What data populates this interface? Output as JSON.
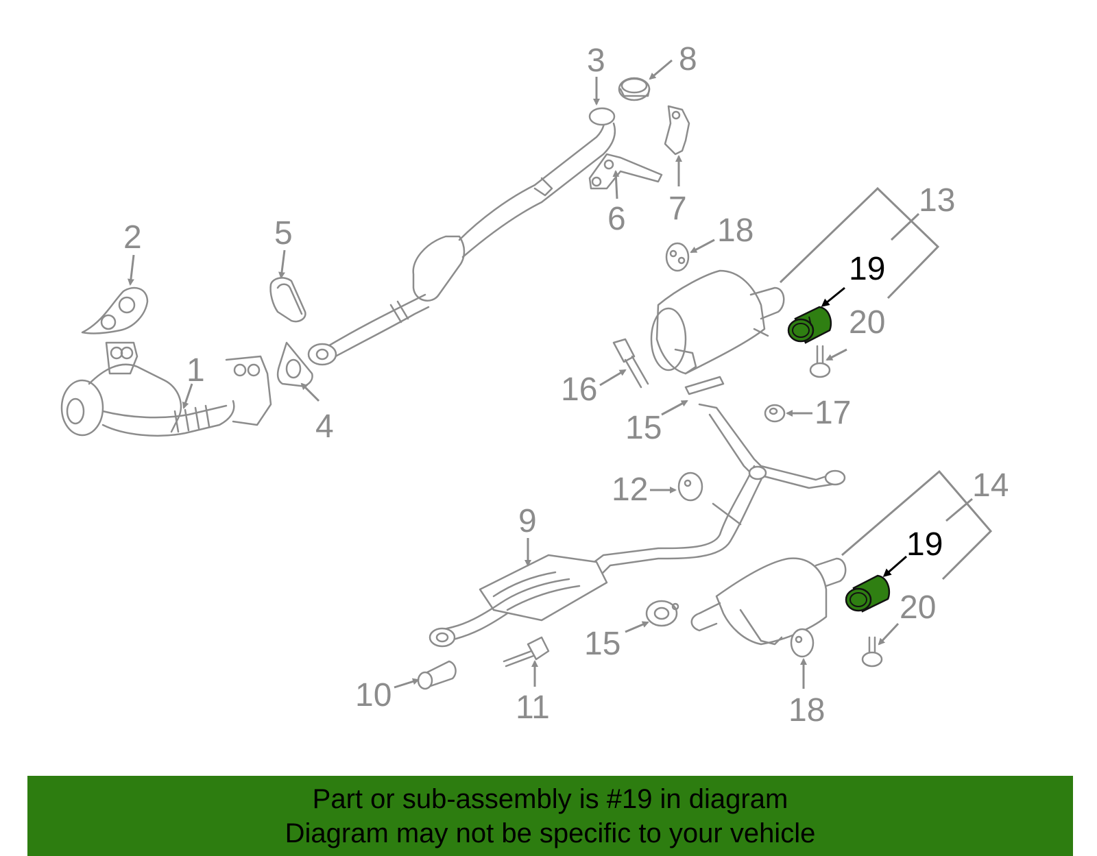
{
  "diagram": {
    "highlight_color": "#2f7f12",
    "part_color": "#8c8c8c",
    "callouts": [
      {
        "id": "c1",
        "label": "1"
      },
      {
        "id": "c2",
        "label": "2"
      },
      {
        "id": "c3",
        "label": "3"
      },
      {
        "id": "c4",
        "label": "4"
      },
      {
        "id": "c5",
        "label": "5"
      },
      {
        "id": "c6",
        "label": "6"
      },
      {
        "id": "c7",
        "label": "7"
      },
      {
        "id": "c8",
        "label": "8"
      },
      {
        "id": "c9",
        "label": "9"
      },
      {
        "id": "c10",
        "label": "10"
      },
      {
        "id": "c11",
        "label": "11"
      },
      {
        "id": "c12",
        "label": "12"
      },
      {
        "id": "c13",
        "label": "13"
      },
      {
        "id": "c14",
        "label": "14"
      },
      {
        "id": "c15a",
        "label": "15"
      },
      {
        "id": "c15b",
        "label": "15"
      },
      {
        "id": "c16",
        "label": "16"
      },
      {
        "id": "c17",
        "label": "17"
      },
      {
        "id": "c18a",
        "label": "18"
      },
      {
        "id": "c18b",
        "label": "18"
      },
      {
        "id": "c19a",
        "label": "19"
      },
      {
        "id": "c19b",
        "label": "19"
      },
      {
        "id": "c20a",
        "label": "20"
      },
      {
        "id": "c20b",
        "label": "20"
      }
    ]
  },
  "banner": {
    "line1": "Part or sub-assembly is #19 in diagram",
    "line2": "Diagram may not be specific to your vehicle",
    "background": "#2d7d10"
  }
}
